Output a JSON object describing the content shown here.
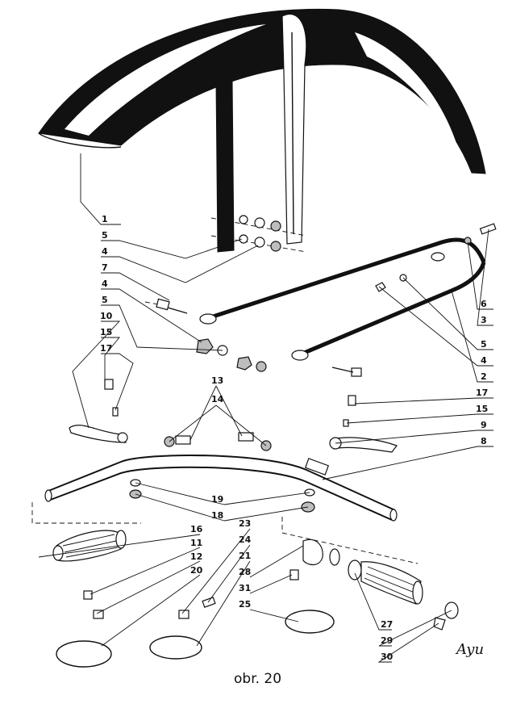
{
  "figure": {
    "caption": "obr. 20",
    "signature": "Ayu"
  },
  "callouts": [
    {
      "id": "c1",
      "label": "1"
    },
    {
      "id": "c2",
      "label": "5"
    },
    {
      "id": "c3",
      "label": "4"
    },
    {
      "id": "c4",
      "label": "7"
    },
    {
      "id": "c5",
      "label": "4"
    },
    {
      "id": "c6",
      "label": "5"
    },
    {
      "id": "c7",
      "label": "10"
    },
    {
      "id": "c8",
      "label": "15"
    },
    {
      "id": "c9",
      "label": "17"
    },
    {
      "id": "c10",
      "label": "13"
    },
    {
      "id": "c11",
      "label": "14"
    },
    {
      "id": "c12",
      "label": "6"
    },
    {
      "id": "c13",
      "label": "3"
    },
    {
      "id": "c14",
      "label": "5"
    },
    {
      "id": "c15",
      "label": "4"
    },
    {
      "id": "c16",
      "label": "2"
    },
    {
      "id": "c17",
      "label": "17"
    },
    {
      "id": "c18",
      "label": "15"
    },
    {
      "id": "c19",
      "label": "9"
    },
    {
      "id": "c20",
      "label": "8"
    },
    {
      "id": "c21",
      "label": "19"
    },
    {
      "id": "c22",
      "label": "18"
    },
    {
      "id": "c23",
      "label": "16"
    },
    {
      "id": "c24",
      "label": "11"
    },
    {
      "id": "c25",
      "label": "12"
    },
    {
      "id": "c26",
      "label": "20"
    },
    {
      "id": "c27",
      "label": "23"
    },
    {
      "id": "c28",
      "label": "24"
    },
    {
      "id": "c29",
      "label": "21"
    },
    {
      "id": "c30",
      "label": "28"
    },
    {
      "id": "c31",
      "label": "31"
    },
    {
      "id": "c32",
      "label": "25"
    },
    {
      "id": "c33",
      "label": "27"
    },
    {
      "id": "c34",
      "label": "29"
    },
    {
      "id": "c35",
      "label": "30"
    }
  ]
}
